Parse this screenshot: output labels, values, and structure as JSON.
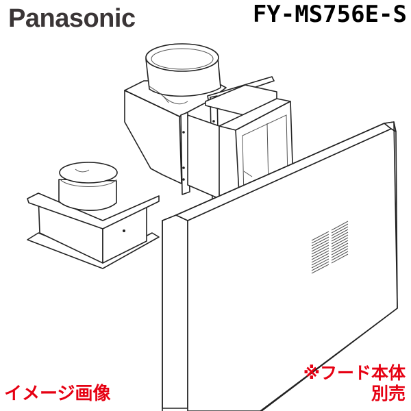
{
  "header": {
    "brand": "Panasonic",
    "model": "FY-MS756E-S"
  },
  "captions": {
    "image_note": "イメージ画像",
    "sold_separately_line1": "※フード本体",
    "sold_separately_line2": "別売"
  },
  "colors": {
    "brand": "#3a3536",
    "accent": "#e60012"
  },
  "illustration": {
    "parts": [
      "duct-adapter-with-round-collar",
      "square-duct-box-with-round-collar",
      "rectangular-duct-connector",
      "front-cover-panel-with-vent"
    ]
  }
}
